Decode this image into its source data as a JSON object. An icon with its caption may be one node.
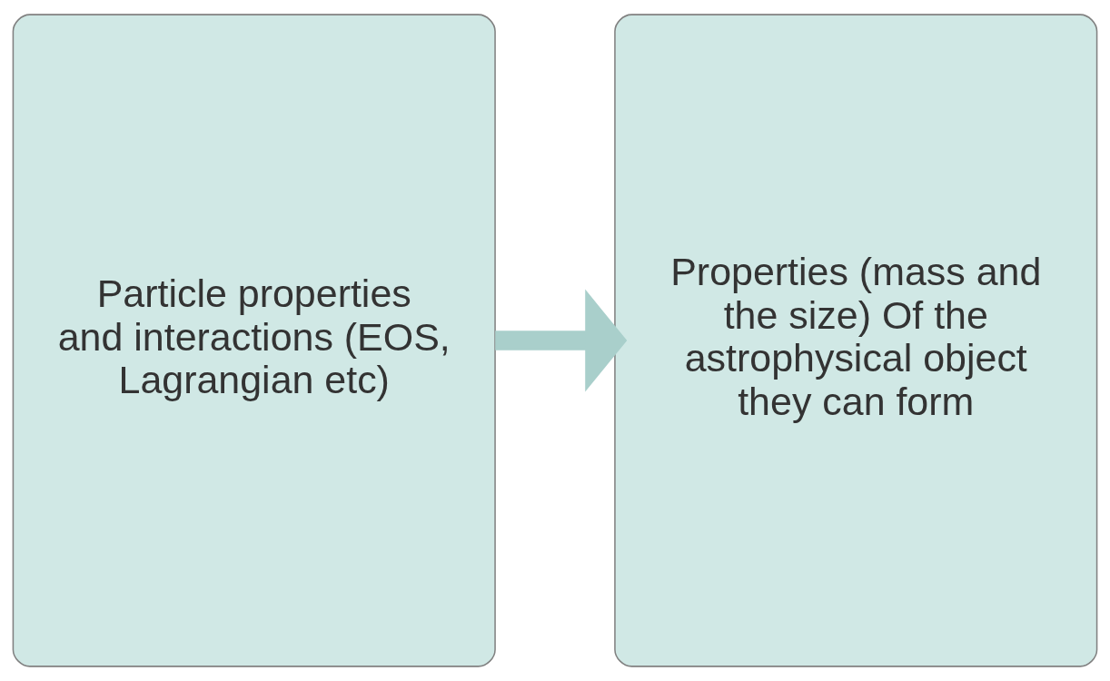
{
  "diagram": {
    "nodes": [
      {
        "text": [
          "Particle properties and interactions (EOS, Lagrangian etc)"
        ]
      },
      {
        "text": [
          "Properties (mass and the size) Of the astrophysical object they can form"
        ]
      }
    ],
    "edges": [
      {
        "from": 0,
        "to": 1,
        "arrow": "to"
      }
    ]
  }
}
